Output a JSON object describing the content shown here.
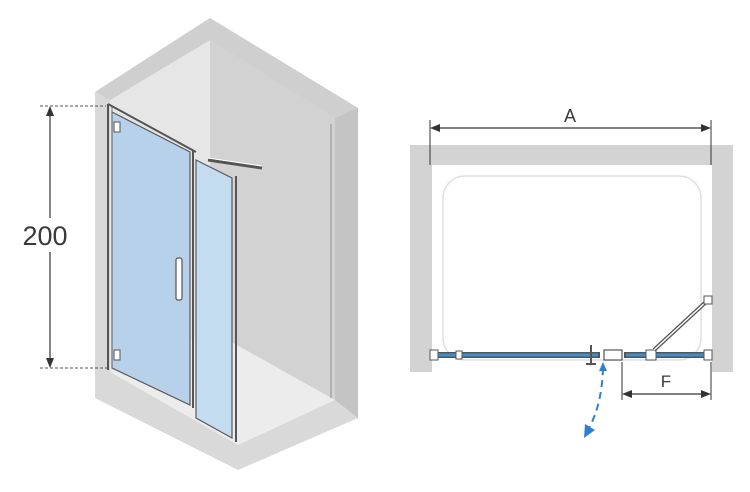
{
  "iso_view": {
    "height_label": "200"
  },
  "plan_view": {
    "width_label": "A",
    "fixed_panel_label": "F"
  },
  "colors": {
    "wall_grey": "#d6d6d6",
    "wall_dark": "#c8c8c8",
    "glass_blue": "#b9d4ec",
    "frame_line": "#555555",
    "dim_line": "#333333",
    "glass_plan_blue": "#3f8fd0",
    "arrow_blue": "#2f7fd0"
  }
}
